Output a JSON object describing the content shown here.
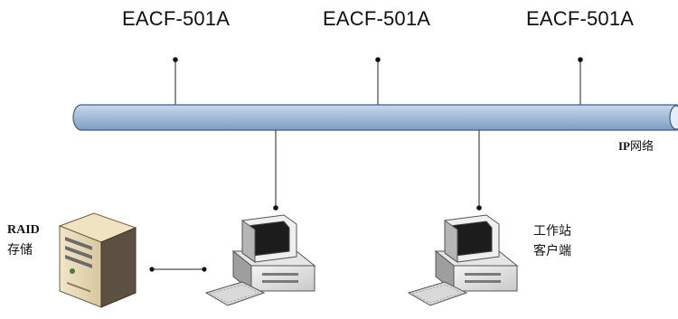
{
  "devices": [
    {
      "label": "EACF-501A"
    },
    {
      "label": "EACF-501A"
    },
    {
      "label": "EACF-501A"
    }
  ],
  "network": {
    "prefix": "IP",
    "suffix": "网络"
  },
  "raid": {
    "line1": "RAID",
    "line2": "存储"
  },
  "workstation": {
    "line1": "工作站",
    "line2": "客户端"
  },
  "colors": {
    "pipe_fill": "#a9bfdc",
    "pipe_stroke": "#3d5e86",
    "line": "#222222"
  }
}
